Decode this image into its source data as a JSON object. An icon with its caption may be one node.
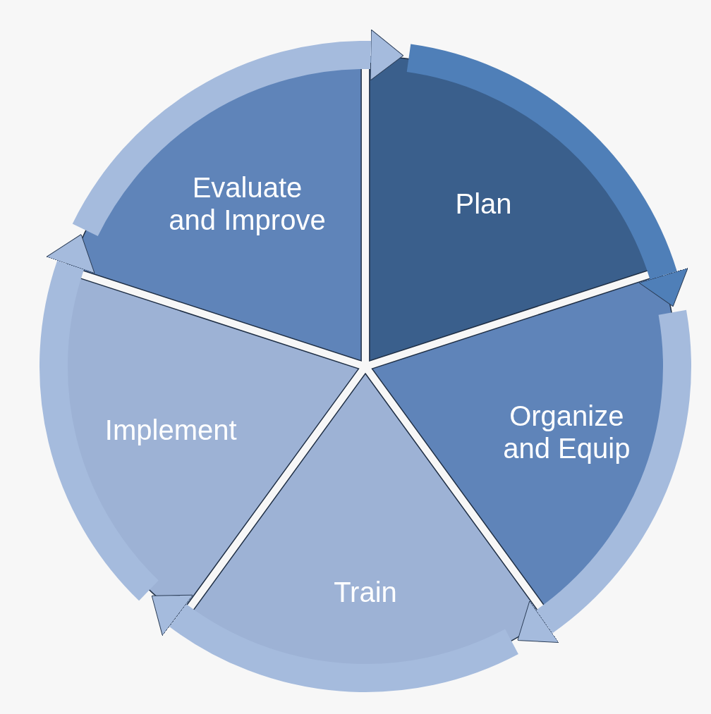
{
  "diagram": {
    "nodes": [
      {
        "text": [
          "Plan"
        ]
      },
      {
        "text": [
          "Organize and Equip"
        ]
      },
      {
        "text": [
          "Train"
        ]
      },
      {
        "text": [
          "Implement"
        ]
      },
      {
        "text": [
          "Evaluate and Improve"
        ]
      }
    ],
    "edges": [
      {
        "from": 0,
        "to": 1,
        "arrow": "to",
        "color": "#4f7fb8"
      },
      {
        "from": 1,
        "to": 2,
        "arrow": "to"
      },
      {
        "from": 2,
        "to": 3,
        "arrow": "to"
      },
      {
        "from": 3,
        "to": 4,
        "arrow": "to"
      },
      {
        "from": 4,
        "to": 0,
        "arrow": "to"
      }
    ]
  }
}
